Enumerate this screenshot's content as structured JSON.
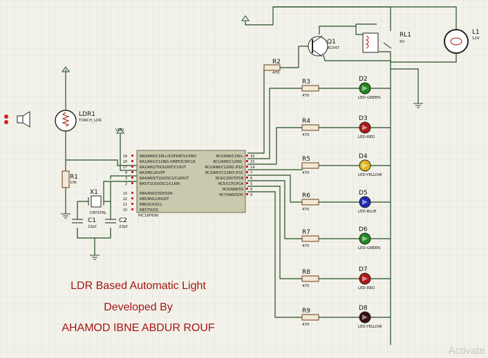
{
  "title": {
    "line1": "LDR Based Automatic Light",
    "line2": "Developed By",
    "line3": "AHAMOD IBNE ABDUR ROUF"
  },
  "watermark": "Activate",
  "colors": {
    "background": "#f3f2ea",
    "grid": "#d9d9cf",
    "wire": "#1f4d1f",
    "title_text": "#a51414",
    "mcu_body": "#c9c9ad",
    "pin_marker": "#d42020"
  },
  "components": {
    "ldr": {
      "ref": "LDR1",
      "value": "TORCH_LDR"
    },
    "r1": {
      "ref": "R1",
      "value": "10k"
    },
    "x1": {
      "ref": "X1",
      "value": "CRYSTAL"
    },
    "c1": {
      "ref": "C1",
      "value": "22pf"
    },
    "c2": {
      "ref": "C2",
      "value": "22pf"
    },
    "vdd": {
      "label": "VDD"
    },
    "q1": {
      "ref": "Q1",
      "value": "BC547"
    },
    "rl1": {
      "ref": "RL1",
      "value": "5V"
    },
    "l1": {
      "ref": "L1",
      "value": "12V"
    },
    "r2": {
      "ref": "R2",
      "value": "470"
    },
    "mcu": {
      "part": "PIC16F690"
    },
    "leds": [
      {
        "led_ref": "D2",
        "led_name": "LED-GREEN",
        "res_ref": "R3",
        "res_value": "470",
        "color": "#1f8a1f"
      },
      {
        "led_ref": "D3",
        "led_name": "LED-RED",
        "res_ref": "R4",
        "res_value": "470",
        "color": "#b01818"
      },
      {
        "led_ref": "D4",
        "led_name": "LED-YELLOW",
        "res_ref": "R5",
        "res_value": "470",
        "color": "#e3b81c"
      },
      {
        "led_ref": "D5",
        "led_name": "LED-BLUE",
        "res_ref": "R6",
        "res_value": "470",
        "color": "#2028b8"
      },
      {
        "led_ref": "D6",
        "led_name": "LED-GREEN",
        "res_ref": "R7",
        "res_value": "470",
        "color": "#1f8a1f"
      },
      {
        "led_ref": "D7",
        "led_name": "LED-RED",
        "res_ref": "R8",
        "res_value": "470",
        "color": "#b01818"
      },
      {
        "led_ref": "D8",
        "led_name": "LED-YELLOW",
        "res_ref": "R9",
        "res_value": "470",
        "color": "#3a1010"
      }
    ]
  },
  "mcu_pins_left": [
    {
      "num": "19",
      "name": "RA0/AN0/C1IN+/ICSPDAT/ULPWU"
    },
    {
      "num": "18",
      "name": "RA1/AN1/C12IN0-/VREF/ICSPCLK"
    },
    {
      "num": "17",
      "name": "RA2/AN2/T0CKI/INT/C1OUT"
    },
    {
      "num": "4",
      "name": "RA3/MCLR/VPP"
    },
    {
      "num": "3",
      "name": "RA4/AN3/T1G/OSC2/CLKOUT"
    },
    {
      "num": "2",
      "name": "RA5/T1CKI/OSC1/CLKIN"
    },
    {
      "num": "13",
      "name": "RB4/AN10/SDI/SDA"
    },
    {
      "num": "12",
      "name": "RB5/AN11/RX/DT"
    },
    {
      "num": "11",
      "name": "RB6/SCK/SCL"
    },
    {
      "num": "10",
      "name": "RB7/TX/CK"
    }
  ],
  "mcu_pins_right": [
    {
      "num": "16",
      "name": "RC0/AN4/C2IN+"
    },
    {
      "num": "15",
      "name": "RC1/AN5/C12IN1-"
    },
    {
      "num": "14",
      "name": "RC2/AN6/C12IN2-/P1D"
    },
    {
      "num": "7",
      "name": "RC3/AN7/C12IN3-/P1C"
    },
    {
      "num": "6",
      "name": "RC4/C2OUT/P1B"
    },
    {
      "num": "5",
      "name": "RC5/CCP1/P1A"
    },
    {
      "num": "8",
      "name": "RC6/AN8/SS"
    },
    {
      "num": "9",
      "name": "RC7/AN9/SDO"
    }
  ]
}
